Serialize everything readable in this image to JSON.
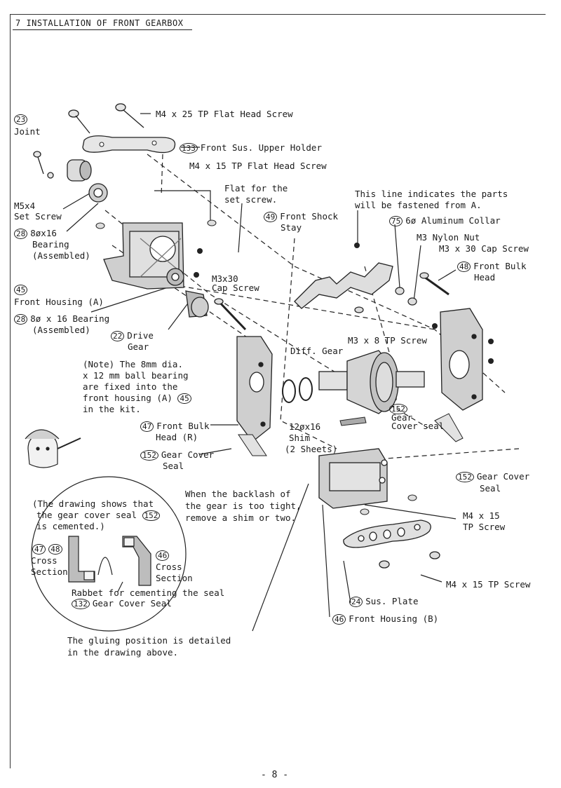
{
  "page": {
    "title": "7 INSTALLATION OF FRONT GEARBOX",
    "page_number": "- 8 -"
  },
  "labels": {
    "l_m4x25": "M4 x 25 TP Flat Head Screw",
    "n_23": "23",
    "l_joint": "Joint",
    "n_133": "133",
    "l_upper_holder": "Front Sus. Upper Holder",
    "l_m4x15_flat": "M4 x 15 TP Flat Head Screw",
    "l_flat_for": "Flat for the",
    "l_set_screw_a": "set screw.",
    "l_m5x4": "M5x4",
    "l_set_screw": "Set Screw",
    "n_28a": "28",
    "l_bearing_a1": "8øx16",
    "l_bearing_a2": "Bearing",
    "l_bearing_a3": "(Assembled)",
    "n_45a": "45",
    "l_front_housing_a": "Front Housing (A)",
    "n_28b": "28",
    "l_bearing_b1": "8ø x 16 Bearing",
    "l_bearing_b2": "(Assembled)",
    "n_22": "22",
    "l_drive": "Drive",
    "l_gear": "Gear",
    "l_m3x30_a": "M3x30",
    "l_m3x30_b": "Cap Screw",
    "n_49": "49",
    "l_front_shock": "Front Shock",
    "l_stay": "Stay",
    "l_this_line_1": "This line indicates the parts",
    "l_this_line_2": "will be fastened from A.",
    "n_75": "75",
    "l_alu_collar": "6ø Aluminum Collar",
    "l_m3_nut": "M3 Nylon Nut",
    "l_m3x30_cap": "M3 x 30 Cap Screw",
    "n_48": "48",
    "l_front_bulk_1": "Front Bulk",
    "l_front_bulk_2": "Head",
    "l_m3x8": "M3 x 8 TP Screw",
    "l_diff": "Diff. Gear",
    "l_note_1": "(Note) The 8mm dia.",
    "l_note_2": "x 12 mm ball bearing",
    "l_note_3": "are fixed into the",
    "l_note_4": "front housing (A)",
    "n_45b": "45",
    "l_note_5": "in the kit.",
    "n_47a": "47",
    "l_bulk_r1": "Front Bulk",
    "l_bulk_r2": "Head (R)",
    "l_shim_1": "12øx16",
    "l_shim_2": "Shim",
    "l_shim_3": "(2 Sheets)",
    "n_152a": "152",
    "l_gcs_a1": "Gear",
    "l_gcs_a2": "Cover seal",
    "n_152b": "152",
    "l_gcs_b1": "Gear Cover",
    "l_gcs_b2": "Seal",
    "n_152c": "152",
    "l_gcs_c1": "Gear Cover",
    "l_gcs_c2": "Seal",
    "l_backlash_1": "When the backlash of",
    "l_backlash_2": "the gear is too tight,",
    "l_backlash_3": "remove a shim or two.",
    "l_drawing_1": "(The drawing shows that",
    "l_drawing_2": "the gear cover seal",
    "n_152d": "152",
    "l_drawing_3": "is cemented.)",
    "n_47b": "47",
    "n_48b": "48",
    "l_cross_a1": "Cross",
    "l_cross_a2": "Section",
    "n_46a": "46",
    "l_cross_b1": "Cross",
    "l_cross_b2": "Section",
    "l_rabbet": "Rabbet for cementing the seal",
    "n_132": "132",
    "l_gcs_132": "Gear Cover Seal",
    "l_m4x15_a1": "M4 x 15",
    "l_m4x15_a2": "TP Screw",
    "l_m4x15_b": "M4 x 15 TP Screw",
    "n_24": "24",
    "l_sus_plate": "Sus. Plate",
    "n_46b": "46",
    "l_front_housing_b": "Front Housing (B)",
    "l_gluing_1": "The gluing position is detailed",
    "l_gluing_2": "in the drawing above."
  },
  "colors": {
    "ink": "#1a1a1a",
    "part_fill": "#d9d9d9",
    "part_dark": "#8a8a8a"
  }
}
